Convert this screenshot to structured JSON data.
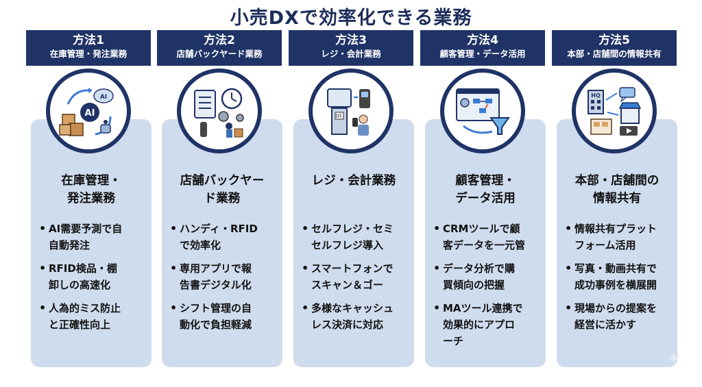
{
  "title": "小売DXで効率化できる業務",
  "columns": [
    {
      "method": "方法1",
      "subtitle": "在庫管理・発注業務",
      "icon": "ai-inventory-icon",
      "card_title": [
        "在庫管理・",
        "発注業務"
      ],
      "bullets": [
        [
          "AI需要予測で自",
          "自動発注"
        ],
        [
          "RFID検品・棚",
          "卸しの高速化"
        ],
        [
          "人為的ミス防止",
          "と正確性向上"
        ]
      ]
    },
    {
      "method": "方法2",
      "subtitle": "店舗バックヤード業務",
      "icon": "backyard-tools-icon",
      "card_title": [
        "店舗バックヤー",
        "ド業務"
      ],
      "bullets": [
        [
          "ハンディ・RFID",
          "で効率化"
        ],
        [
          "専用アプリで報",
          "告書デジタル化"
        ],
        [
          "シフト管理の自",
          "動化で負担軽減"
        ]
      ]
    },
    {
      "method": "方法3",
      "subtitle": "レジ・会計業務",
      "icon": "self-checkout-icon",
      "card_title": [
        "レジ・会計業務"
      ],
      "bullets": [
        [
          "セルフレジ・セミ",
          "セルフレジ導入"
        ],
        [
          "スマートフォンで",
          "スキャン＆ゴー"
        ],
        [
          "多様なキャッシュ",
          "レス決済に対応"
        ]
      ]
    },
    {
      "method": "方法4",
      "subtitle": "顧客管理・データ活用",
      "icon": "crm-funnel-icon",
      "card_title": [
        "顧客管理・",
        "データ活用"
      ],
      "bullets": [
        [
          "CRMツールで顧",
          "客データを一元管"
        ],
        [
          "データ分析で購",
          "買傾向の把握"
        ],
        [
          "MAツール連携で",
          "効果的にアプロ",
          "ーチ"
        ]
      ]
    },
    {
      "method": "方法5",
      "subtitle": "本部・店舗間の情報共有",
      "icon": "hq-store-share-icon",
      "card_title": [
        "本部・店舗間の",
        "情報共有"
      ],
      "bullets": [
        [
          "情報共有プラット",
          "フォーム活用"
        ],
        [
          "写真・動画共有で",
          "成功事例を横展開"
        ],
        [
          "現場からの提案を",
          "経営に活かす"
        ]
      ]
    }
  ],
  "colors": {
    "header": "#1f3366",
    "card": "#cfdcee",
    "title": "#1c2d5a"
  }
}
